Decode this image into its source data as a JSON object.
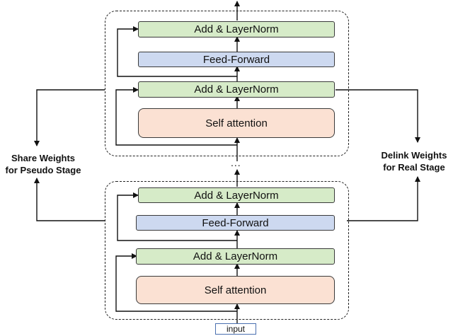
{
  "top_stage": {
    "add_norm_upper": "Add & LayerNorm",
    "feed_forward": "Feed-Forward",
    "add_norm_lower": "Add & LayerNorm",
    "self_attention": "Self attention"
  },
  "bottom_stage": {
    "add_norm_upper": "Add & LayerNorm",
    "feed_forward": "Feed-Forward",
    "add_norm_lower": "Add & LayerNorm",
    "self_attention": "Self attention"
  },
  "ellipsis": "...",
  "left_label": {
    "line1": "Share Weights",
    "line2": "for Pseudo Stage"
  },
  "right_label": {
    "line1": "Delink Weights",
    "line2": "for Real Stage"
  },
  "input_label": "input",
  "colors": {
    "layernorm": "#d6ebc8",
    "feed_forward": "#cdd9f0",
    "self_attention": "#fbe1d3"
  }
}
